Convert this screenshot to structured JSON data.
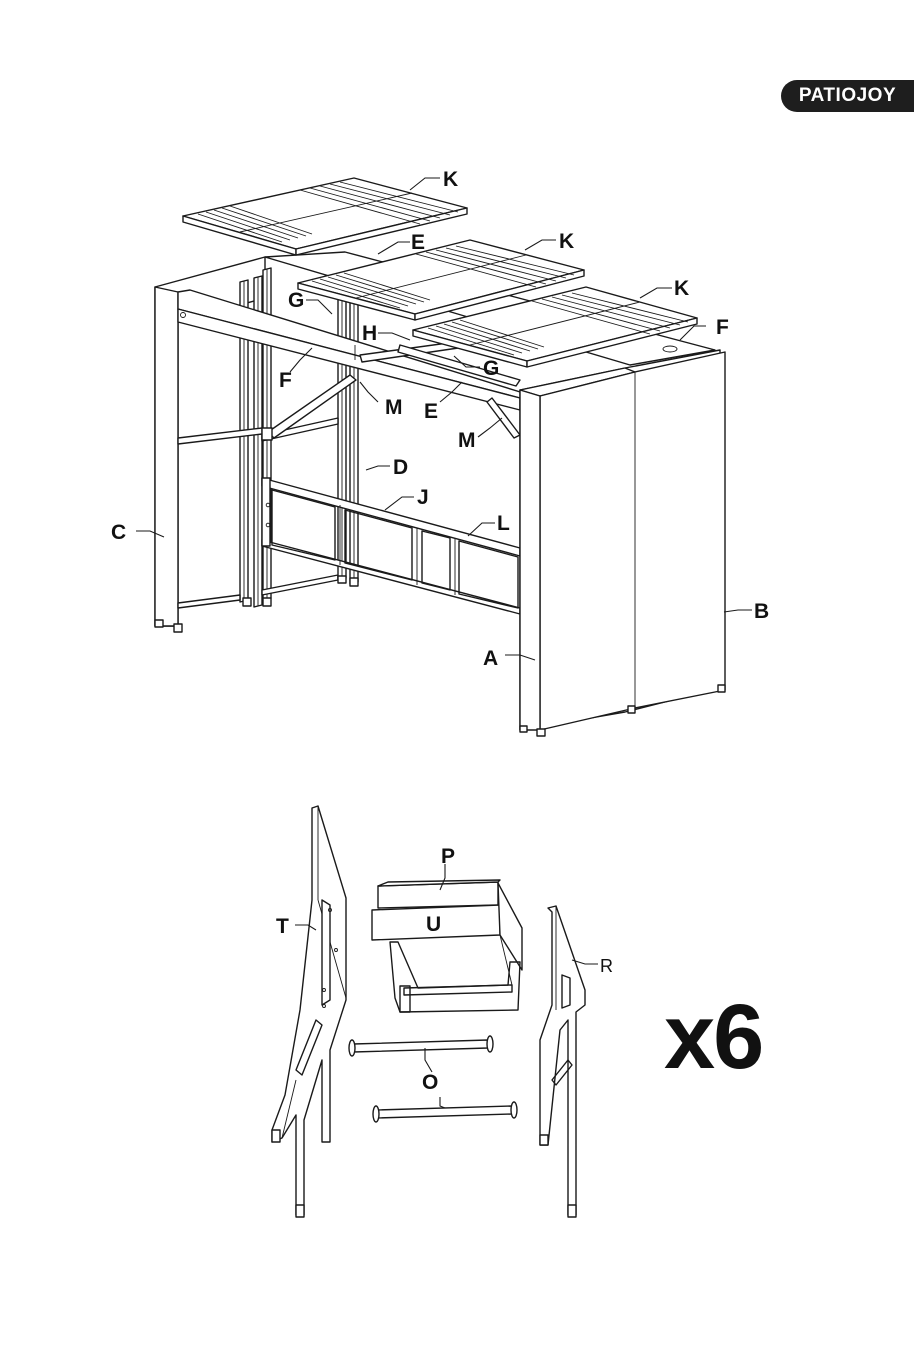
{
  "brand": {
    "logo_text": "PATIOJOY"
  },
  "assembly": {
    "labels": {
      "a": "A",
      "b": "B",
      "c": "C",
      "d": "D",
      "e1": "E",
      "e2": "E",
      "f1": "F",
      "f2": "F",
      "g1": "G",
      "g2": "G",
      "h": "H",
      "j": "J",
      "k1": "K",
      "k2": "K",
      "k3": "K",
      "l": "L",
      "m1": "M",
      "m2": "M"
    }
  },
  "stool": {
    "labels": {
      "p": "P",
      "u": "U",
      "t": "T",
      "r": "R",
      "o": "O"
    },
    "multiplier": "x6"
  }
}
